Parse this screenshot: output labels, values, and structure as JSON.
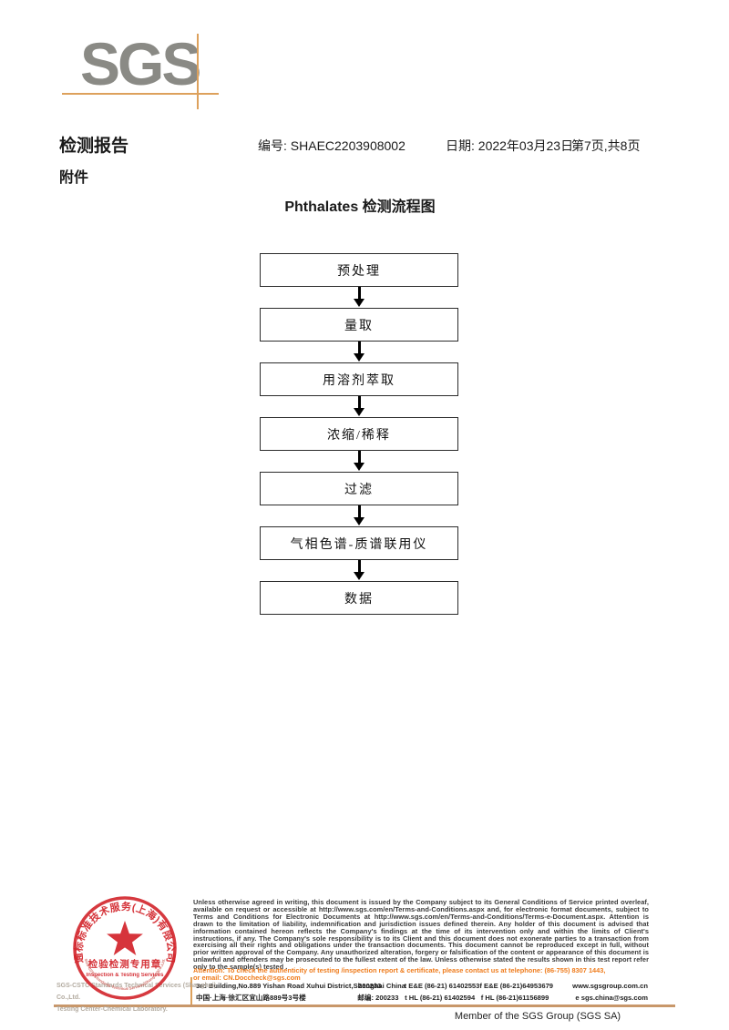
{
  "logo": {
    "text": "SGS"
  },
  "header": {
    "title": "检测报告",
    "report_no_label": "编号:",
    "report_no": "SHAEC2203908002",
    "date_label": "日期:",
    "date": "2022年03月23日",
    "page_info": "第7页,共8页",
    "attachment_label": "附件"
  },
  "flow": {
    "title": "Phthalates 检测流程图",
    "steps": [
      "预处理",
      "量取",
      "用溶剂萃取",
      "浓缩/稀释",
      "过滤",
      "气相色谱-质谱联用仪",
      "数据"
    ]
  },
  "stamp": {
    "ring_text": "通标标准技术服务(上海)有限公司",
    "center_line1": "检验检测专用章",
    "center_line2": "Inspection & Testing Services",
    "bottom_arc_text": "SGS-CSTC Standards Technical Services(Shanghai)Co.,Ltd.",
    "color": "#d2232a"
  },
  "company_gray": {
    "line1": "SGS-CSTC Standards Technical Services (Shanghai) Co.,Ltd.",
    "line2": "Testing Center-Chemical Laboratory."
  },
  "footer": {
    "disclaimer": "Unless otherwise agreed in writing, this document is issued by the Company subject to its General Conditions of Service printed overleaf, available on request or accessible at http://www.sgs.com/en/Terms-and-Conditions.aspx and, for electronic format documents, subject to Terms and Conditions for Electronic Documents at http://www.sgs.com/en/Terms-and-Conditions/Terms-e-Document.aspx. Attention is drawn to the limitation of liability, indemnification and jurisdiction issues defined therein. Any holder of this document is advised that information contained hereon reflects the Company's findings at the time of its intervention only and within the limits of Client's instructions, if any. The Company's sole responsibility is to its Client and this document does not exonerate parties to a transaction from exercising all their rights and obligations under the transaction documents. This document cannot be reproduced except in full, without prior written approval of the Company. Any unauthorized alteration, forgery or falsification of the content or appearance of this document is unlawful and offenders may be prosecuted to the fullest extent of the law. Unless otherwise stated the results shown in this test report refer only to the sample(s) tested .",
    "attention_line1": "Attention: To check the authenticity of testing /inspection report & certificate, please contact us at telephone: (86-755) 8307 1443,",
    "attention_line2": "or email: CN.Doccheck@sgs.com",
    "address": {
      "en_line": "3rd Building,No.889 Yishan Road Xuhui District,Shanghai China",
      "en_postcode": "200233",
      "phone_en": "t E&E (86-21) 61402553",
      "fax_en": "f E&E (86-21)64953679",
      "website": "www.sgsgroup.com.cn",
      "cn_line": "中国·上海·徐汇区宜山路889号3号楼",
      "cn_postcode": "邮编: 200233",
      "phone_cn": "t HL (86-21) 61402594",
      "fax_cn": "f HL (86-21)61156899",
      "email": "e sgs.china@sgs.com"
    },
    "member_line": "Member of the SGS Group (SGS SA)"
  }
}
